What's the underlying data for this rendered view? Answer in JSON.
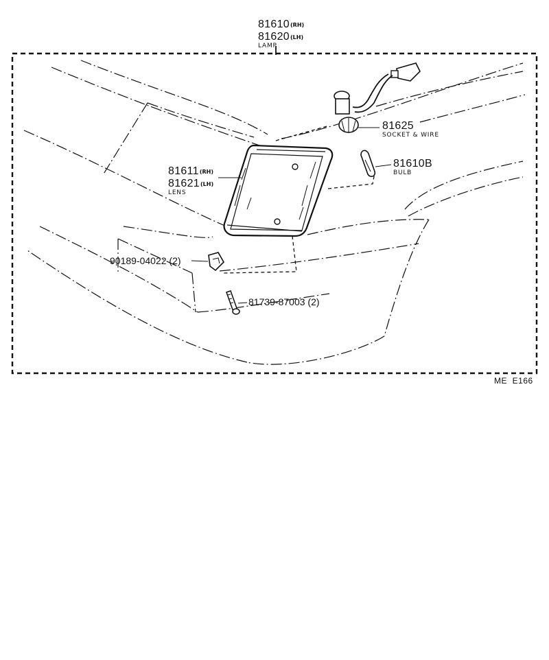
{
  "parts": {
    "lamp": {
      "number_rh": "81610",
      "suffix_rh": "(RH)",
      "number_lh": "81620",
      "suffix_lh": "(LH)",
      "name": "LAMP"
    },
    "lens": {
      "number_rh": "81611",
      "suffix_rh": "(RH)",
      "number_lh": "81621",
      "suffix_lh": "(LH)",
      "name": "LENS"
    },
    "socket_wire": {
      "number": "81625",
      "name": "SOCKET & WIRE"
    },
    "bulb": {
      "number": "81610B",
      "name": "BULB"
    },
    "clip": {
      "number": "90189-04022",
      "qty": "(2)"
    },
    "screw": {
      "number": "81739-87003",
      "qty": "(2)"
    }
  },
  "diagram_code": "ME  E166"
}
